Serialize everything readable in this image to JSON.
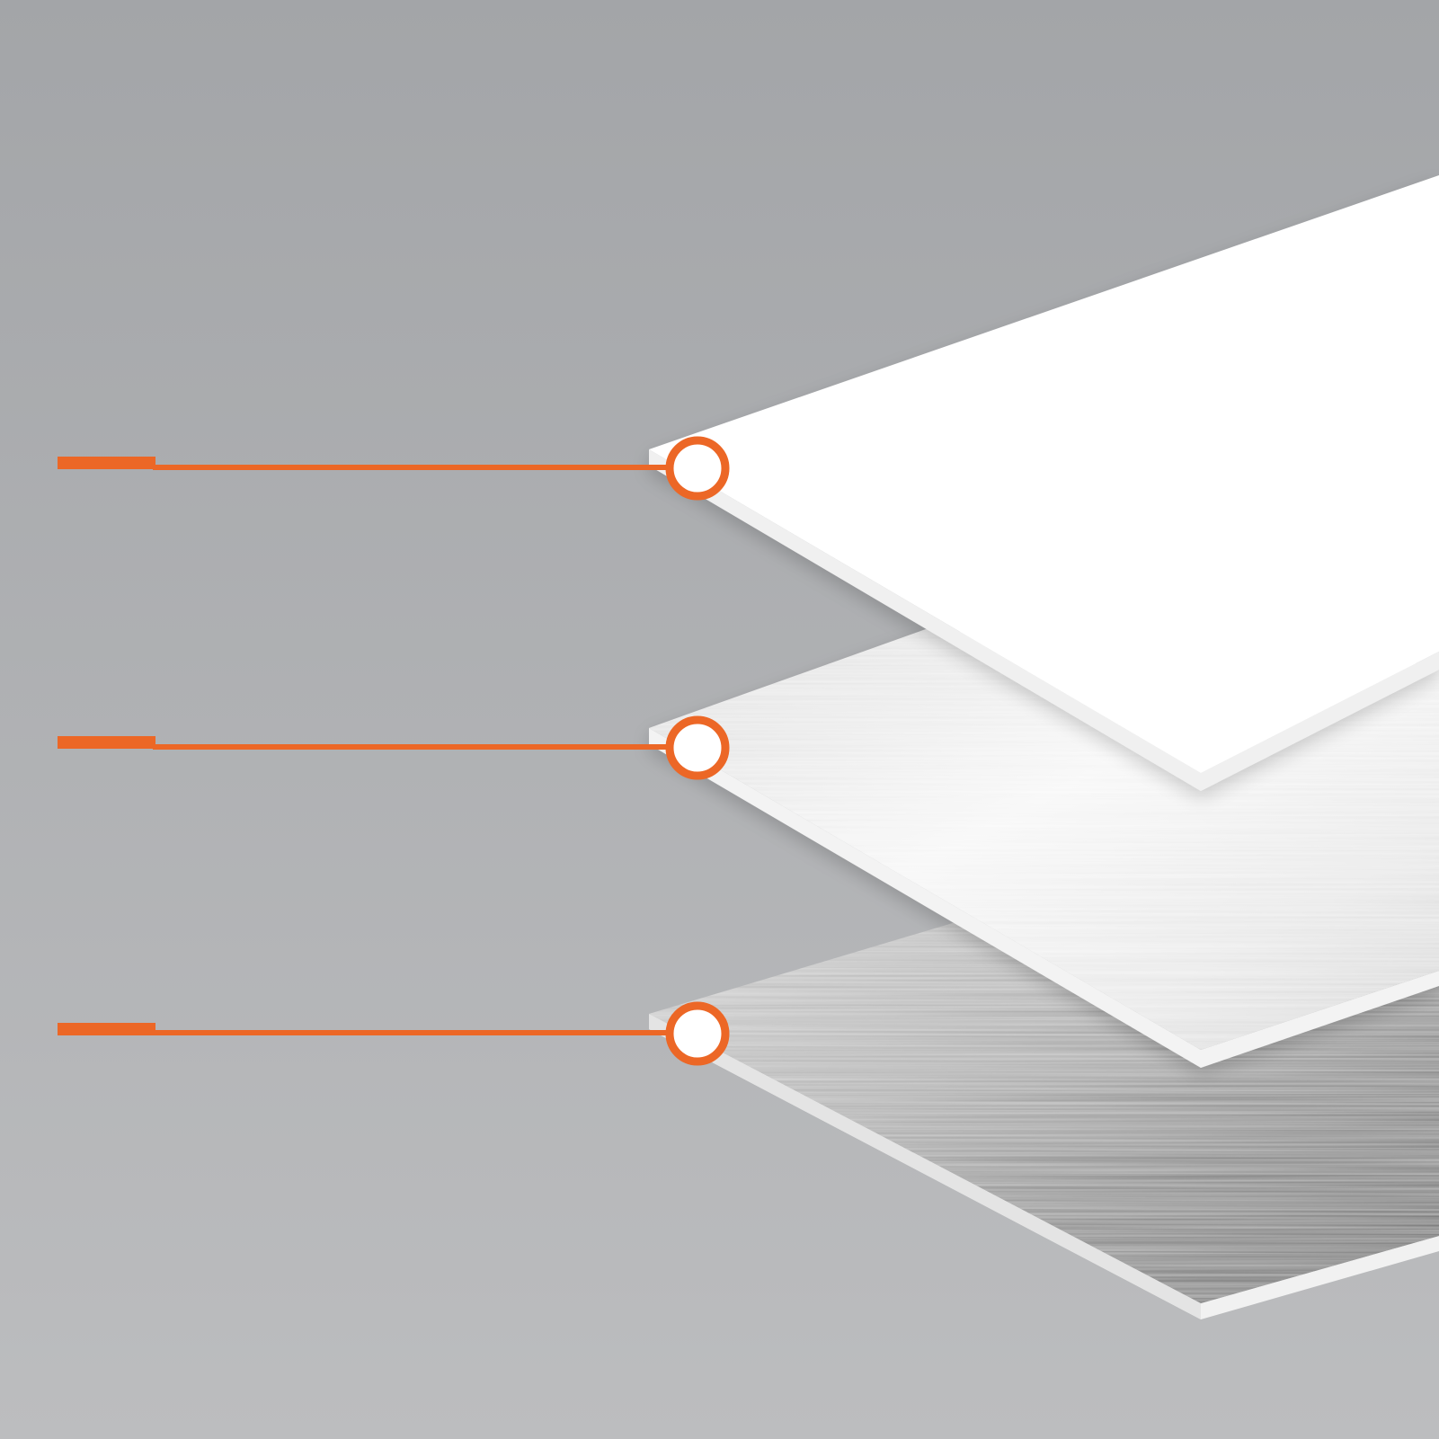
{
  "diagram": {
    "type": "layer-stack",
    "layer_count": 3,
    "layers": [
      {
        "id": "top",
        "surface": "white",
        "color": "#ffffff"
      },
      {
        "id": "middle",
        "surface": "brushed-aluminum-light",
        "color": "#dcdcdc"
      },
      {
        "id": "bottom",
        "surface": "brushed-aluminum-dark",
        "color": "#8e8e8e"
      }
    ]
  },
  "colors": {
    "background_top": "#a3a5a8",
    "background_bottom": "#bcbdbf",
    "accent": "#ec6726",
    "edge": "#f1f1f1"
  }
}
